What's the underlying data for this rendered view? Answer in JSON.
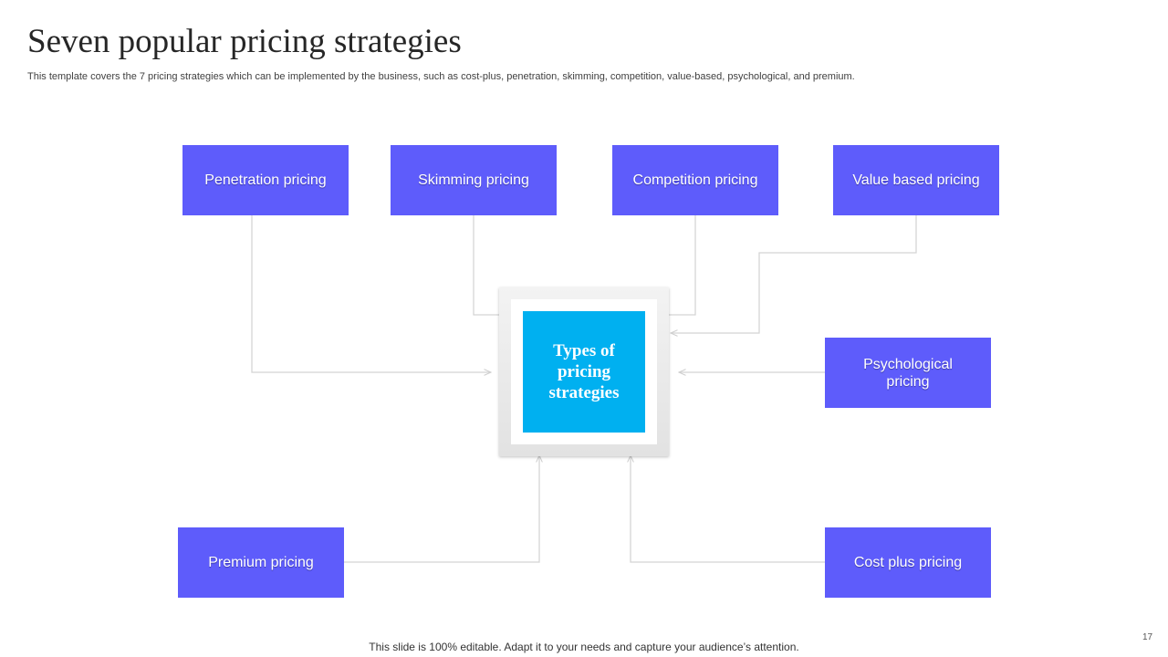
{
  "slide": {
    "title": "Seven popular pricing strategies",
    "subtitle": "This template covers the 7 pricing strategies which can be implemented by the business, such as cost-plus, penetration, skimming, competition, value-based, psychological, and premium.",
    "footer": "This slide is 100% editable. Adapt it to your needs and capture your audience’s attention.",
    "page_number": "17"
  },
  "diagram": {
    "center": {
      "label": "Types of pricing strategies"
    },
    "strategies": [
      {
        "id": "penetration",
        "label": "Penetration pricing"
      },
      {
        "id": "skimming",
        "label": "Skimming pricing"
      },
      {
        "id": "competition",
        "label": "Competition pricing"
      },
      {
        "id": "value-based",
        "label": "Value based pricing"
      },
      {
        "id": "psychological",
        "label": "Psychological pricing"
      },
      {
        "id": "premium",
        "label": "Premium pricing"
      },
      {
        "id": "cost-plus",
        "label": "Cost plus pricing"
      }
    ]
  },
  "colors": {
    "box_fill": "#5e5cfb",
    "center_fill": "#00b0f0",
    "connector": "#d0d0d0",
    "title_text": "#262626"
  }
}
